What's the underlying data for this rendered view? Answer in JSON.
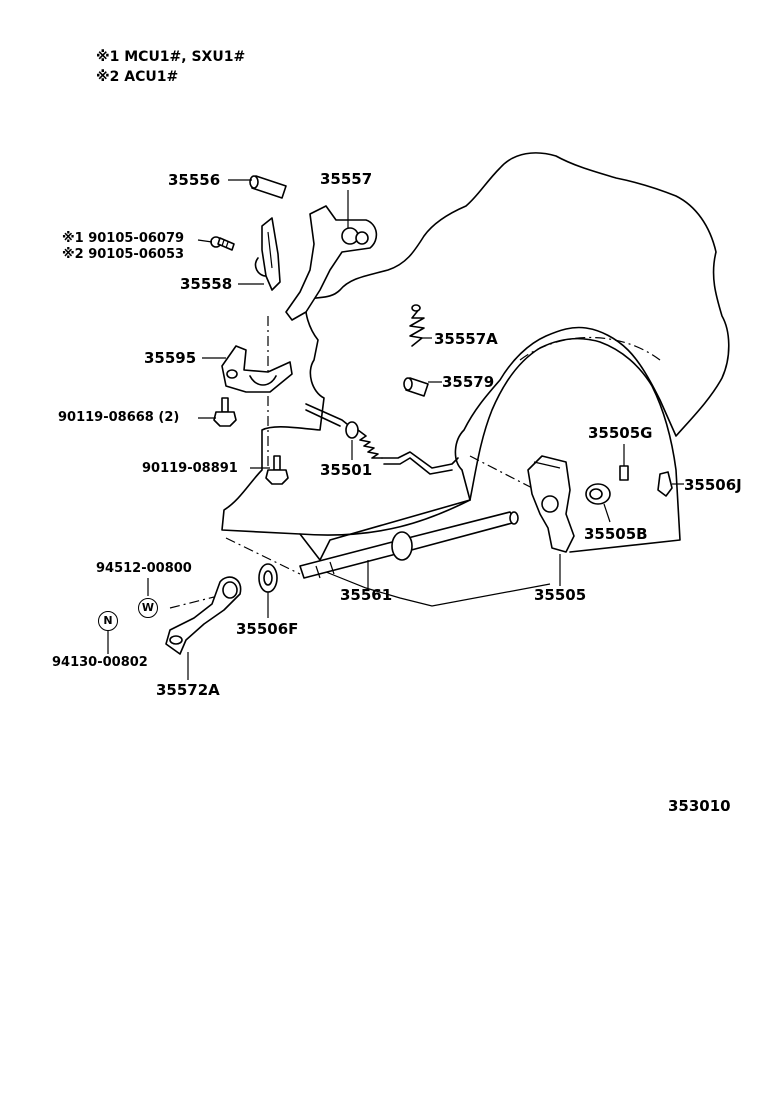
{
  "notes": [
    {
      "mark": "※1",
      "text": "MCU1#, SXU1#"
    },
    {
      "mark": "※2",
      "text": "ACU1#"
    }
  ],
  "labels": {
    "p35556": "35556",
    "p35557": "35557",
    "p9010506079": "※1 90105-06079",
    "p9010506053": "※2 90105-06053",
    "p35558": "35558",
    "p35557a": "35557A",
    "p35595": "35595",
    "p35579": "35579",
    "p9011908668": "90119-08668 (2)",
    "p35505g": "35505G",
    "p9011908891": "90119-08891",
    "p35501": "35501",
    "p35506j": "35506J",
    "p35505b": "35505B",
    "p9451200800": "94512-00800",
    "p35561": "35561",
    "p35505": "35505",
    "p35506f": "35506F",
    "p9413000802": "94130-00802",
    "p35572a": "35572A",
    "diagram_code": "353010"
  },
  "badges": {
    "w": "W",
    "n": "N"
  }
}
